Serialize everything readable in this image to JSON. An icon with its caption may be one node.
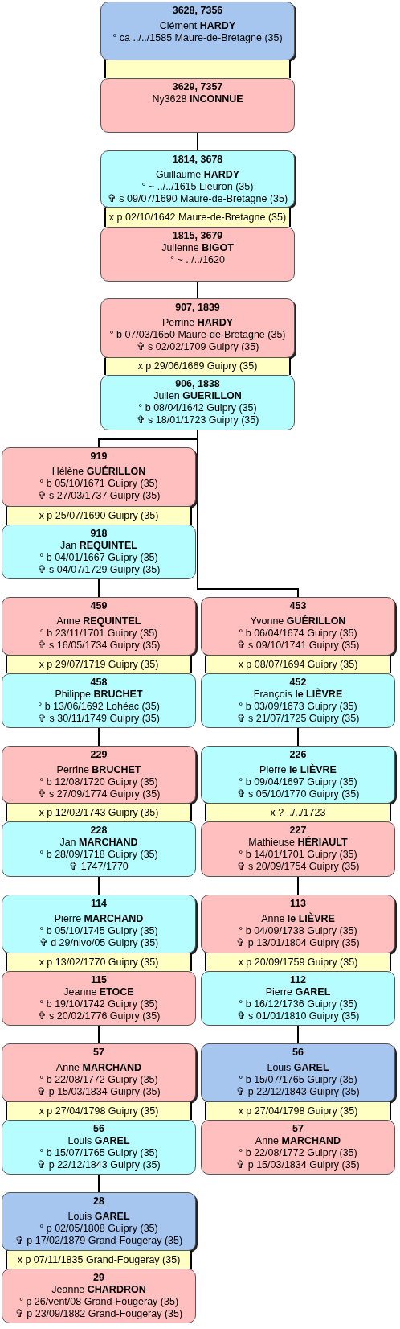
{
  "diagram": {
    "nodes": [
      {
        "text": [
          "3628, 7356",
          "Clément **HARDY**",
          "° ca ../../1585 Maure-de-Bretagne (35)"
        ]
      },
      {
        "text": [],
        "shape": "bar"
      },
      {
        "text": [
          "3629, 7357",
          "Ny3628 **INCONNUE**"
        ]
      },
      {
        "text": [
          "1814, 3678",
          "Guillaume **HARDY**",
          "° ~ ../../1615 Lieuron (35)",
          "✞ s 09/07/1690 Maure-de-Bretagne (35)"
        ]
      },
      {
        "text": [
          "x p 02/10/1642 Maure-de-Bretagne (35)"
        ]
      },
      {
        "text": [
          "1815, 3679",
          "Julienne **BIGOT**",
          "° ~ ../../1620"
        ]
      },
      {
        "text": [
          "907, 1839",
          "Perrine **HARDY**",
          "° b 07/03/1650 Maure-de-Bretagne (35)",
          "✞ s 02/02/1709 Guipry (35)"
        ]
      },
      {
        "text": [
          "x p 29/06/1669 Guipry (35)"
        ]
      },
      {
        "text": [
          "906, 1838",
          "Julien **GUERILLON**",
          "° b 08/04/1642 Guipry (35)",
          "✞ s 18/01/1723 Guipry (35)"
        ]
      },
      {
        "text": [
          "919",
          "Hélène **GUÉRILLON**",
          "° b 05/10/1671 Guipry (35)",
          "✞ s 27/03/1737 Guipry (35)"
        ]
      },
      {
        "text": [
          "x p 25/07/1690 Guipry (35)"
        ]
      },
      {
        "text": [
          "918",
          "Jan **REQUINTEL**",
          "° b 04/01/1667 Guipry (35)",
          "✞ s 04/07/1729 Guipry (35)"
        ]
      },
      {
        "text": [
          "459",
          "Anne **REQUINTEL**",
          "° b 23/11/1701 Guipry (35)",
          "✞ s 16/05/1734 Guipry (35)"
        ]
      },
      {
        "text": [
          "453",
          "Yvonne **GUÉRILLON**",
          "° b 06/04/1674 Guipry (35)",
          "✞ s 09/10/1741 Guipry (35)"
        ]
      },
      {
        "text": [
          "x p 29/07/1719 Guipry (35)"
        ]
      },
      {
        "text": [
          "x p 08/07/1694 Guipry (35)"
        ]
      },
      {
        "text": [
          "458",
          "Philippe **BRUCHET**",
          "° b 13/06/1692 Lohéac (35)",
          "✞ s 30/11/1749 Guipry (35)"
        ]
      },
      {
        "text": [
          "452",
          "François **le LIÈVRE**",
          "° b 03/09/1673 Guipry (35)",
          "✞ s 21/07/1725 Guipry (35)"
        ]
      },
      {
        "text": [
          "229",
          "Perrine **BRUCHET**",
          "° b 12/08/1720 Guipry (35)",
          "✞ s 27/09/1774 Guipry (35)"
        ]
      },
      {
        "text": [
          "226",
          "Pierre **le LIÈVRE**",
          "° b 09/04/1697 Guipry (35)",
          "✞ s 05/10/1770 Guipry (35)"
        ]
      },
      {
        "text": [
          "x p 12/02/1743 Guipry (35)"
        ]
      },
      {
        "text": [
          "x ? ../../1723"
        ]
      },
      {
        "text": [
          "228",
          "Jan **MARCHAND**",
          "° b 28/09/1718 Guipry (35)",
          "✞  1747/1770"
        ]
      },
      {
        "text": [
          "227",
          "Mathieuse **HÉRIAULT**",
          "° b 14/01/1701 Guipry (35)",
          "✞ s 20/09/1754 Guipry (35)"
        ]
      },
      {
        "text": [
          "114",
          "Pierre **MARCHAND**",
          "° b 05/10/1745 Guipry (35)",
          "✞ d 29/nivo/05 Guipry (35)"
        ]
      },
      {
        "text": [
          "113",
          "Anne **le LIÈVRE**",
          "° b 04/09/1738 Guipry (35)",
          "✞ p 13/01/1804 Guipry (35)"
        ]
      },
      {
        "text": [
          "x p 13/02/1770 Guipry (35)"
        ]
      },
      {
        "text": [
          "x p 20/09/1759 Guipry (35)"
        ]
      },
      {
        "text": [
          "115",
          "Jeanne **ETOCE**",
          "° b 19/10/1742 Guipry (35)",
          "✞ s 20/02/1776 Guipry (35)"
        ]
      },
      {
        "text": [
          "112",
          "Pierre **GAREL**",
          "° b 16/12/1736 Guipry (35)",
          "✞ s 01/01/1810 Guipry (35)"
        ]
      },
      {
        "text": [
          "57",
          "Anne **MARCHAND**",
          "° b 22/08/1772 Guipry (35)",
          "✞ p 15/03/1834 Guipry (35)"
        ]
      },
      {
        "text": [
          "56",
          "Louis **GAREL**",
          "° b 15/07/1765 Guipry (35)",
          "✞ p 22/12/1843 Guipry (35)"
        ]
      },
      {
        "text": [
          "x p 27/04/1798 Guipry (35)"
        ]
      },
      {
        "text": [
          "x p 27/04/1798 Guipry (35)"
        ]
      },
      {
        "text": [
          "56",
          "Louis **GAREL**",
          "° b 15/07/1765 Guipry (35)",
          "✞ p 22/12/1843 Guipry (35)"
        ]
      },
      {
        "text": [
          "57",
          "Anne **MARCHAND**",
          "° b 22/08/1772 Guipry (35)",
          "✞ p 15/03/1834 Guipry (35)"
        ]
      },
      {
        "text": [
          "28",
          "Louis **GAREL**",
          "° p 02/05/1808 Guipry (35)",
          "✞ p 17/02/1879 Grand-Fougeray (35)"
        ]
      },
      {
        "text": [
          "x p 07/11/1835 Grand-Fougeray (35)"
        ]
      },
      {
        "text": [
          "29",
          "Jeanne **CHARDRON**",
          "° p 26/vent/08 Grand-Fougeray (35)",
          "✞ p 23/09/1882 Grand-Fougeray (35)"
        ]
      }
    ],
    "edges": [
      {
        "from": 2,
        "to": 3,
        "arrow": "none"
      },
      {
        "from": 5,
        "to": 6,
        "arrow": "none"
      },
      {
        "from": 8,
        "to": 9,
        "arrow": "none"
      },
      {
        "from": 8,
        "to": 13,
        "arrow": "none"
      },
      {
        "from": 11,
        "to": 12,
        "arrow": "none"
      },
      {
        "from": 16,
        "to": 18,
        "arrow": "none"
      },
      {
        "from": 17,
        "to": 19,
        "arrow": "none"
      },
      {
        "from": 22,
        "to": 24,
        "arrow": "none"
      },
      {
        "from": 23,
        "to": 25,
        "arrow": "none"
      },
      {
        "from": 28,
        "to": 30,
        "arrow": "none"
      },
      {
        "from": 29,
        "to": 31,
        "arrow": "none"
      },
      {
        "from": 34,
        "to": 36,
        "arrow": "none"
      }
    ]
  }
}
